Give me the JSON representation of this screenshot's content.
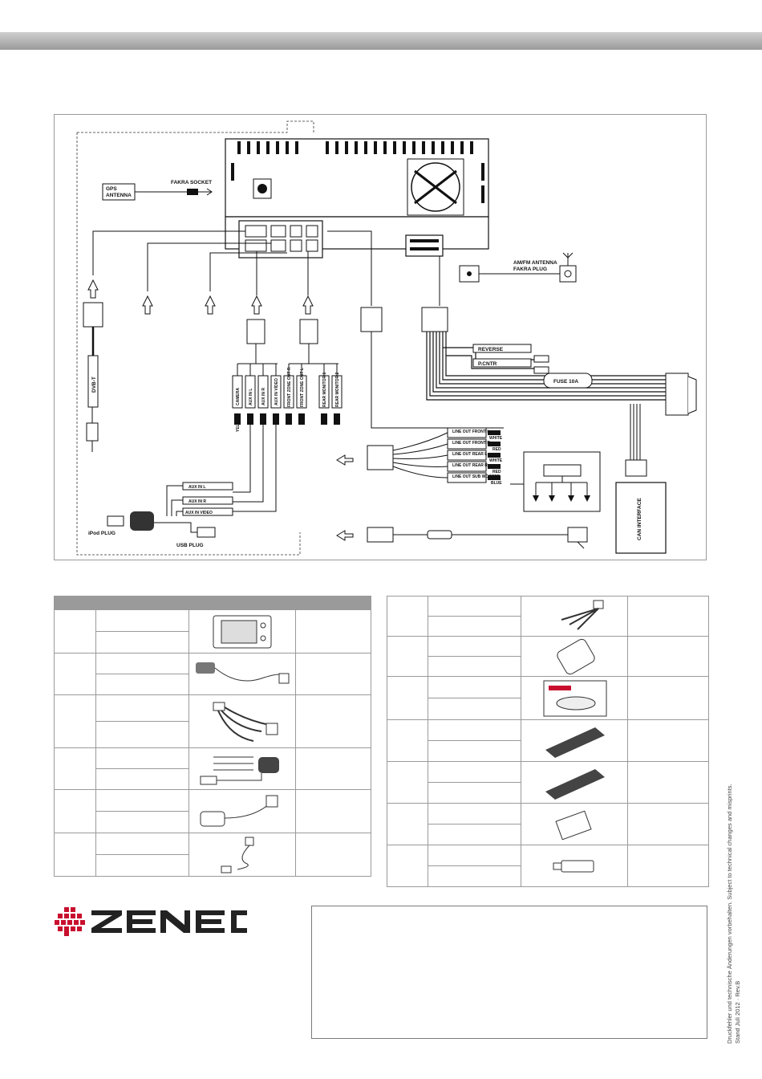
{
  "diagram": {
    "labels": {
      "gps_antenna_1": "GPS",
      "gps_antenna_2": "ANTENNA",
      "fakra_socket": "FAKRA SOCKET",
      "amfm_1": "AM/FM ANTENNA",
      "amfm_2": "FAKRA PLUG",
      "reverse": "REVERSE",
      "pcntr": "P.CNTR",
      "fuse": "FUSE 10A",
      "dvbt": "DVB-T",
      "camera": "CAMERA",
      "aux_l": "AUX IN L",
      "aux_r": "AUX IN R",
      "aux_video": "AUX IN VIDEO",
      "front_zone_out_r": "FRONT ZONE OUT R",
      "front_zone_out_l": "FRONT ZONE OUT L",
      "rear_monitor_1": "REAR MONITOR 1",
      "rear_monitor_2": "REAR MONITOR 2",
      "yellow": "YELLOW",
      "white": "WHITE",
      "red": "RED",
      "blue": "BLUE",
      "line_out_front_l": "LINE OUT FRONT L",
      "line_out_front_r": "LINE OUT FRONT R",
      "line_out_rear_l": "LINE OUT REAR L",
      "line_out_rear_r": "LINE OUT REAR R",
      "line_out_sub": "LINE OUT SUB WOOFER",
      "aux_in_l": "AUX IN L",
      "aux_in_r": "AUX IN R",
      "aux_in_video": "AUX IN VIDEO",
      "ipod_plug": "iPod PLUG",
      "usb_plug": "USB PLUG",
      "can_interface": "CAN INTERFACE"
    }
  },
  "accessories_left": {
    "rows": 6
  },
  "accessories_right": {
    "rows": 7
  },
  "logo": {
    "text": "ZENEC",
    "color": "#c8102e"
  },
  "side_note": {
    "line1": "Druckfehler und technische Änderungen vorbehalten. Subject to technical changes and misprints.",
    "line2": "Stand Juli 2012 · Rev.B"
  },
  "colors": {
    "frame": "#9a9a9a",
    "header_bar": "#9a9a9a",
    "logo_red": "#c8102e"
  }
}
